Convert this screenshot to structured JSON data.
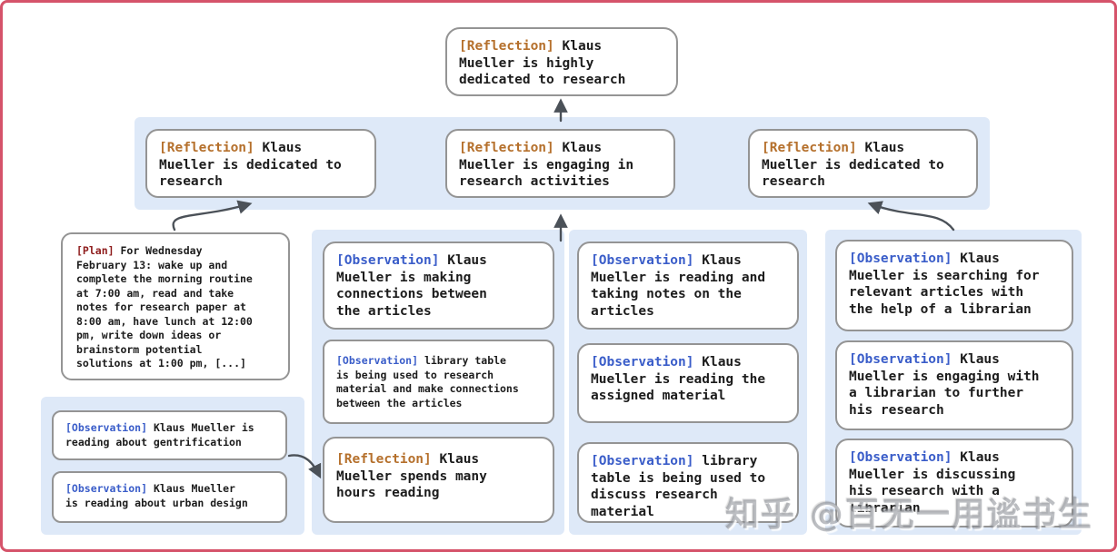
{
  "colors": {
    "reflection_tag": "#b5702c",
    "observation_tag": "#3a5dc9",
    "plan_tag": "#8e1c1c",
    "group_background": "#dee9f8",
    "frame_border": "#d5536a",
    "node_border": "#949494",
    "arrow": "#4b5158"
  },
  "watermark": "知乎 @百无一用谧书生",
  "nodes": {
    "top_reflection": {
      "tag": "[Reflection]",
      "text": "Klaus\nMueller is highly\ndedicated to research"
    },
    "reflection_left": {
      "tag": "[Reflection]",
      "text": "Klaus\nMueller is dedicated to\nresearch"
    },
    "reflection_mid": {
      "tag": "[Reflection]",
      "text": "Klaus\nMueller is engaging in\nresearch activities"
    },
    "reflection_right": {
      "tag": "[Reflection]",
      "text": "Klaus\nMueller is dedicated to\nresearch"
    },
    "plan": {
      "tag": "[Plan]",
      "text": "For Wednesday\nFebruary 13: wake up and\ncomplete the morning routine\nat 7:00 am, read and take\nnotes for research paper at\n8:00 am, have lunch at 12:00\npm, write down ideas or\nbrainstorm potential\nsolutions at 1:00 pm, [...]"
    },
    "obs_gentrification": {
      "tag": "[Observation]",
      "text": "Klaus Mueller is\nreading about gentrification"
    },
    "obs_urban_design": {
      "tag": "[Observation]",
      "text": "Klaus Mueller\nis reading about urban design"
    },
    "obs_connections": {
      "tag": "[Observation]",
      "text": "Klaus\nMueller is making\nconnections between\nthe articles"
    },
    "obs_library_research": {
      "tag": "[Observation]",
      "text": "library table\nis being used to research\nmaterial and make connections\nbetween the articles"
    },
    "reflection_hours": {
      "tag": "[Reflection]",
      "text": "Klaus\nMueller spends many\nhours reading"
    },
    "obs_taking_notes": {
      "tag": "[Observation]",
      "text": "Klaus\nMueller is reading and\ntaking notes on the\narticles"
    },
    "obs_assigned": {
      "tag": "[Observation]",
      "text": "Klaus\nMueller is reading the\nassigned material"
    },
    "obs_library_discuss": {
      "tag": "[Observation]",
      "text": "library\ntable is being used to\ndiscuss research material"
    },
    "obs_searching": {
      "tag": "[Observation]",
      "text": "Klaus\nMueller is searching for\nrelevant articles with\nthe help of a librarian"
    },
    "obs_engaging_librarian": {
      "tag": "[Observation]",
      "text": "Klaus\nMueller is engaging with\na librarian to further\nhis research"
    },
    "obs_discussing": {
      "tag": "[Observation]",
      "text": "Klaus\nMueller is discussing\nhis research with a\nlibrarian"
    }
  }
}
